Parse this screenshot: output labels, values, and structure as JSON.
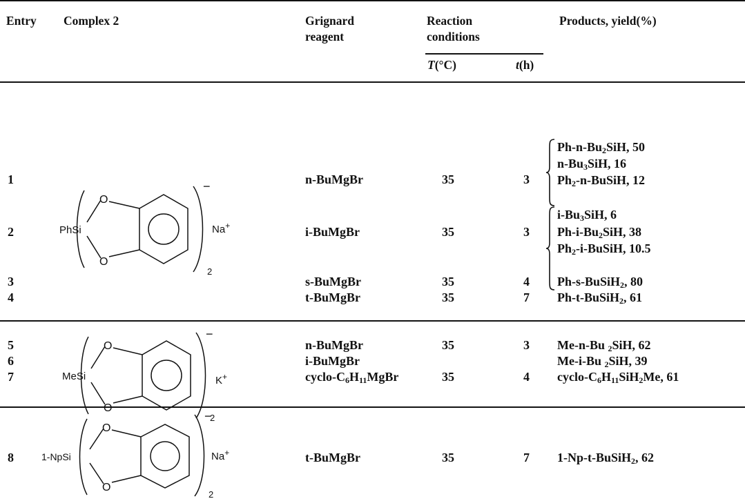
{
  "headers": {
    "entry": "Entry",
    "complex": "Complex",
    "complex_num": "2",
    "grignard_l1": "Grignard",
    "grignard_l2": "reagent",
    "cond_l1": "Reaction",
    "cond_l2": "conditions",
    "temp_sym": "T",
    "temp_unit": "(°C)",
    "time_sym": "t",
    "time_unit": "(h)",
    "products": "Products, yield(%)"
  },
  "complexes": [
    {
      "group": "PhSi",
      "cation": "Na",
      "cation_sign": "+",
      "anion_sign": "−",
      "n": "2"
    },
    {
      "group": "MeSi",
      "cation": "K",
      "cation_sign": "+",
      "anion_sign": "−",
      "n": "2"
    },
    {
      "group": "1-NpSi",
      "cation": "Na",
      "cation_sign": "+",
      "anion_sign": "−",
      "n": "2"
    }
  ],
  "rows": [
    {
      "entry": "1",
      "reagent": "n-BuMgBr",
      "T": "35",
      "t": "3"
    },
    {
      "entry": "2",
      "reagent": "i-BuMgBr",
      "T": "35",
      "t": "3"
    },
    {
      "entry": "3",
      "reagent": "s-BuMgBr",
      "T": "35",
      "t": "4"
    },
    {
      "entry": "4",
      "reagent": "t-BuMgBr",
      "T": "35",
      "t": "7"
    },
    {
      "entry": "5",
      "reagent": "n-BuMgBr",
      "T": "35",
      "t": "3"
    },
    {
      "entry": "6",
      "reagent": "i-BuMgBr",
      "T": "",
      "t": ""
    },
    {
      "entry": "7",
      "reagent_pre": "cyclo-C",
      "reagent_sub": "6",
      "reagent_mid": "H",
      "reagent_sub2": "11",
      "reagent_post": "MgBr",
      "T": "35",
      "t": "4"
    },
    {
      "entry": "8",
      "reagent": "t-BuMgBr",
      "T": "35",
      "t": "7"
    }
  ],
  "products": [
    {
      "a": "Ph-n-Bu",
      "s": "2",
      "b": "SiH, 50"
    },
    {
      "a": "n-Bu",
      "s": "3",
      "b": "SiH, 16"
    },
    {
      "a": "Ph",
      "s": "2",
      "b": "-n-BuSiH, 12"
    },
    {
      "a": "i-Bu",
      "s": "3",
      "b": "SiH, 6"
    },
    {
      "a": "Ph-i-Bu",
      "s": "2",
      "b": "SiH, 38"
    },
    {
      "a": "Ph",
      "s": "2",
      "b": "-i-BuSiH, 10.5"
    },
    {
      "a": "Ph-s-BuSiH",
      "s": "2",
      "b": ", 80"
    },
    {
      "a": "Ph-t-BuSiH",
      "s": "2",
      "b": ", 61"
    },
    {
      "a": "Me-n-Bu ",
      "s": "2",
      "b": "SiH, 62"
    },
    {
      "a": "Me-i-Bu ",
      "s": "2",
      "b": "SiH, 39"
    },
    {
      "a": "cyclo-C",
      "s": "6",
      "m": "H",
      "s2": "11",
      "m2": "SiH",
      "s3": "2",
      "b": "Me, 61"
    },
    {
      "a": "1-Np-t-BuSiH",
      "s": "2",
      "b": ", 62"
    }
  ]
}
